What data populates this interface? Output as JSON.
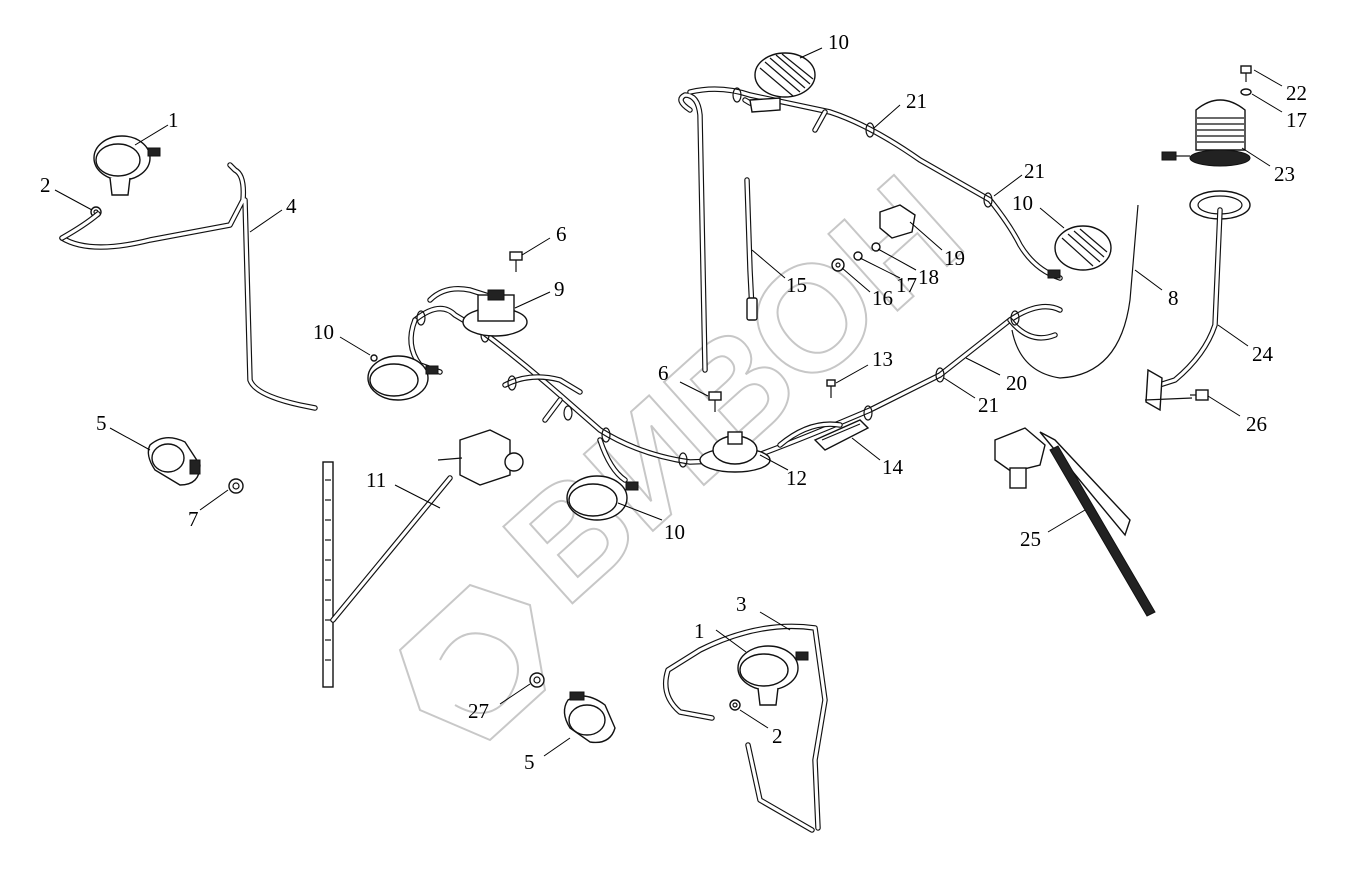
{
  "watermark": {
    "text": "ВИВОН"
  },
  "callouts": [
    {
      "id": "c1a",
      "label": "1"
    },
    {
      "id": "c2a",
      "label": "2"
    },
    {
      "id": "c4",
      "label": "4"
    },
    {
      "id": "c5a",
      "label": "5"
    },
    {
      "id": "c7",
      "label": "7"
    },
    {
      "id": "c6a",
      "label": "6"
    },
    {
      "id": "c9",
      "label": "9"
    },
    {
      "id": "c10a",
      "label": "10"
    },
    {
      "id": "c11",
      "label": "11"
    },
    {
      "id": "c10b",
      "label": "10"
    },
    {
      "id": "c21a",
      "label": "21"
    },
    {
      "id": "c21b",
      "label": "21"
    },
    {
      "id": "c10c",
      "label": "10"
    },
    {
      "id": "c19",
      "label": "19"
    },
    {
      "id": "c18",
      "label": "18"
    },
    {
      "id": "c17a",
      "label": "17"
    },
    {
      "id": "c16",
      "label": "16"
    },
    {
      "id": "c15",
      "label": "15"
    },
    {
      "id": "c6b",
      "label": "6"
    },
    {
      "id": "c13",
      "label": "13"
    },
    {
      "id": "c12",
      "label": "12"
    },
    {
      "id": "c14",
      "label": "14"
    },
    {
      "id": "c10d",
      "label": "10"
    },
    {
      "id": "c20",
      "label": "20"
    },
    {
      "id": "c21c",
      "label": "21"
    },
    {
      "id": "c8",
      "label": "8"
    },
    {
      "id": "c22",
      "label": "22"
    },
    {
      "id": "c17b",
      "label": "17"
    },
    {
      "id": "c23",
      "label": "23"
    },
    {
      "id": "c24",
      "label": "24"
    },
    {
      "id": "c26",
      "label": "26"
    },
    {
      "id": "c25",
      "label": "25"
    },
    {
      "id": "c3",
      "label": "3"
    },
    {
      "id": "c1b",
      "label": "1"
    },
    {
      "id": "c2b",
      "label": "2"
    },
    {
      "id": "c27",
      "label": "27"
    },
    {
      "id": "c5b",
      "label": "5"
    }
  ]
}
